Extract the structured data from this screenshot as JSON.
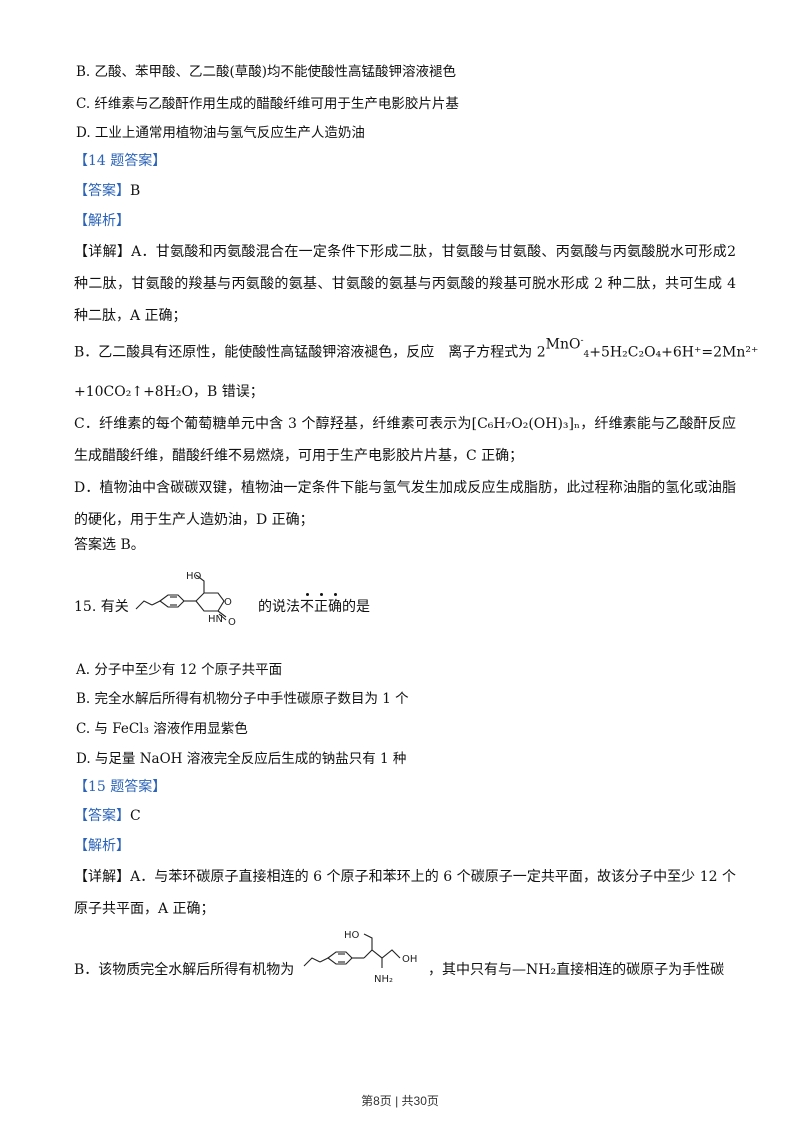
{
  "q14_options": {
    "B": "B.  乙酸、苯甲酸、乙二酸(草酸)均不能使酸性高锰酸钾溶液褪色",
    "C": "C.  纤维素与乙酸酐作用生成的醋酸纤维可用于生产电影胶片片基",
    "D": "D.  工业上通常用植物油与氢气反应生产人造奶油"
  },
  "q14_answer": {
    "header": "【14 题答案】",
    "answer_label": "【答案】",
    "answer_value": "B",
    "analysis_label": "【解析】",
    "A_text": "【详解】A．甘氨酸和丙氨酸混合在一定条件下形成二肽，甘氨酸与甘氨酸、丙氨酸与丙氨酸脱水可形成2 种二肽，甘氨酸的羧基与丙氨酸的氨基、甘氨酸的氨基与丙氨酸的羧基可脱水形成 2 种二肽，共可生成 4 种二肽，A 正确；",
    "B_text_1": "B．乙二酸具有还原性，能使酸性高锰酸钾溶液褪色，反应　离子方程式为 2",
    "B_formula_ion": "MnO",
    "B_formula_rest": "+5H₂C₂O₄+6H⁺=2Mn²⁺",
    "B_text_2": "+10CO₂↑+8H₂O，B 错误；",
    "C_text": "C．纤维素的每个葡萄糖单元中含 3 个醇羟基，纤维素可表示为[C₆H₇O₂(OH)₃]ₙ，纤维素能与乙酸酐反应生成醋酸纤维，醋酸纤维不易燃烧，可用于生产电影胶片片基，C 正确；",
    "D_text": "D．植物油中含碳碳双键，植物油一定条件下能与氢气发生加成反应生成脂肪，此过程称油脂的氢化或油脂的硬化，用于生产人造奶油，D 正确；",
    "conclusion": "答案选 B。"
  },
  "q15": {
    "stem_prefix": "15. 有关",
    "stem_suffix_1": "的说法",
    "stem_emph": [
      "不",
      "正",
      "确"
    ],
    "stem_suffix_2": "的是",
    "mol1_labels": {
      "ho": "HO",
      "nh": "HN",
      "o": "O",
      "co": "O"
    },
    "options": {
      "A": "A.  分子中至少有 12 个原子共平面",
      "B": "B.  完全水解后所得有机物分子中手性碳原子数目为 1 个",
      "C": "C.  与 FeCl₃ 溶液作用显紫色",
      "D": "D.  与足量 NaOH 溶液完全反应后生成的钠盐只有 1 种"
    }
  },
  "q15_answer": {
    "header": "【15 题答案】",
    "answer_label": "【答案】",
    "answer_value": "C",
    "analysis_label": "【解析】",
    "A_text": "【详解】A．与苯环碳原子直接相连的 6 个原子和苯环上的 6 个碳原子一定共平面，故该分子中至少 12 个原子共平面，A 正确；",
    "B_text_prefix": "B．该物质完全水解后所得有机物为",
    "B_text_suffix": "，其中只有与—NH₂直接相连的碳原子为手性碳",
    "mol2_labels": {
      "ho": "HO",
      "oh": "OH",
      "nh2": "NH₂"
    }
  },
  "footer": "第8页 | 共30页"
}
